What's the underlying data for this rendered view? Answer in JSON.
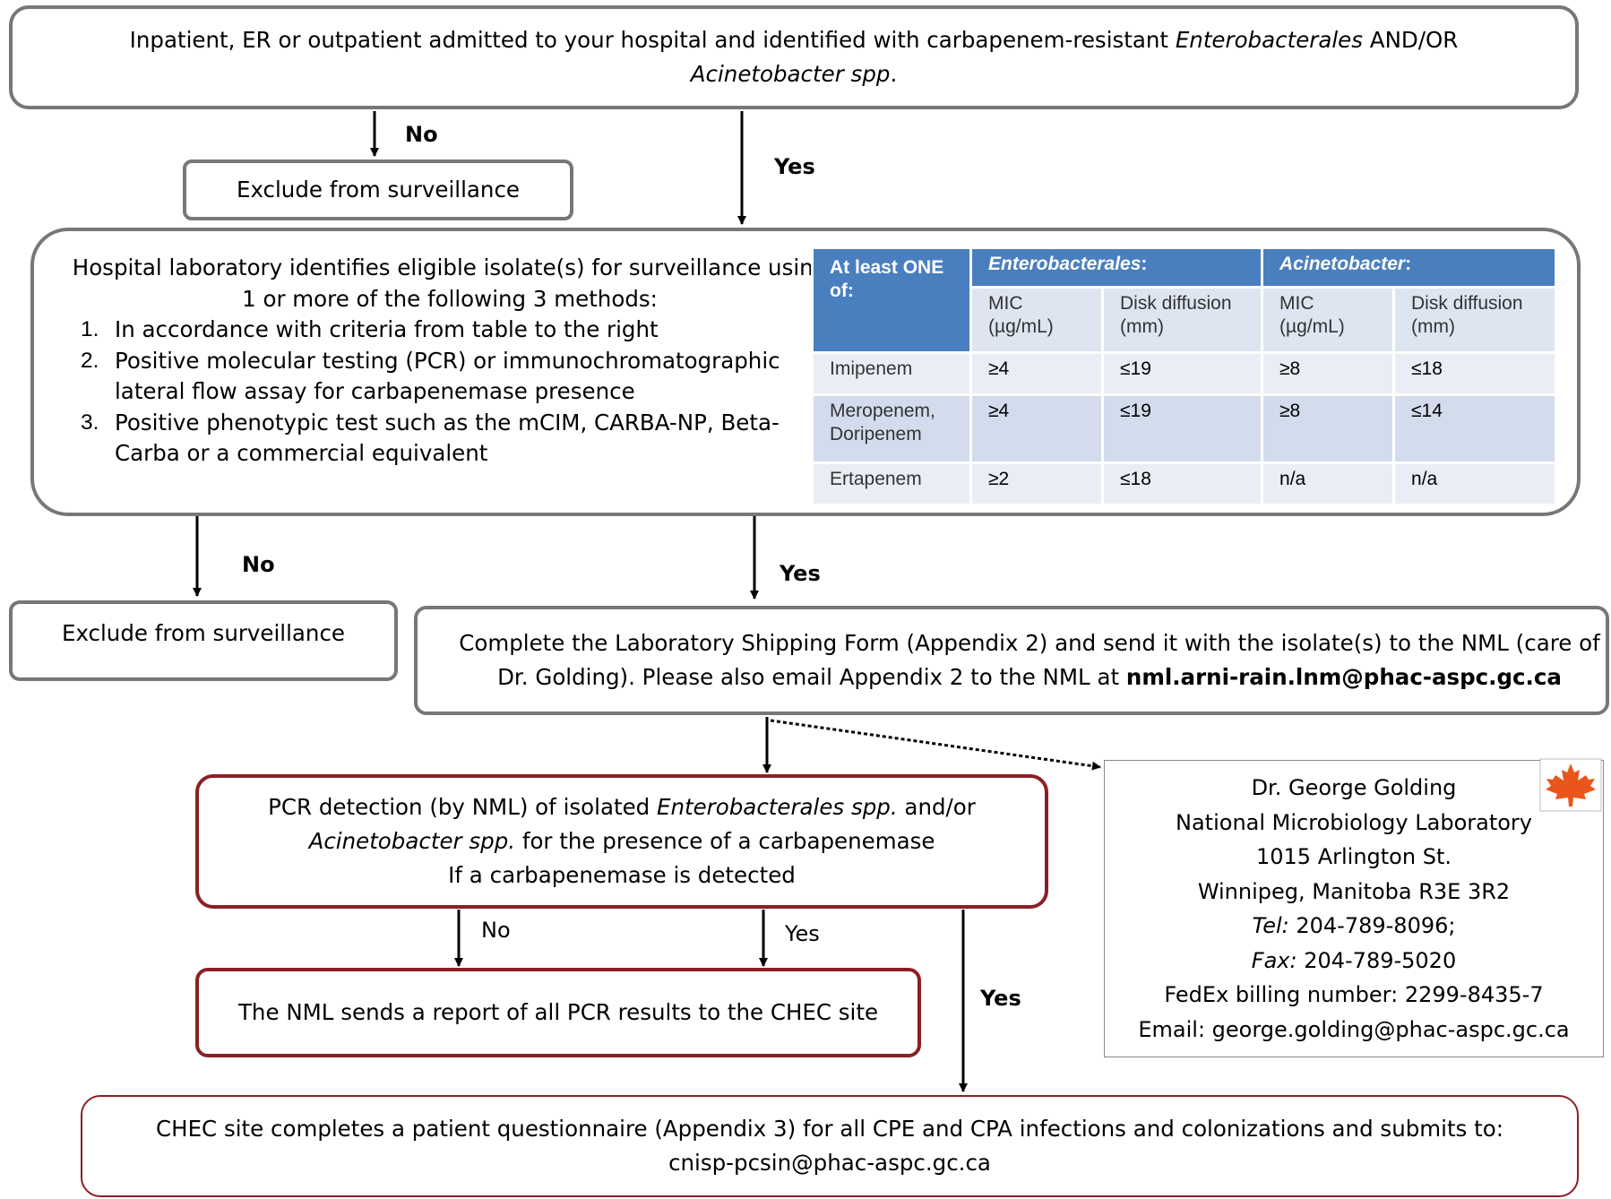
{
  "top_box": {
    "line1_a": "Inpatient, ER or outpatient admitted to your hospital and identified with carbapenem-resistant ",
    "line1_b": "Enterobacterales",
    "line1_c": "  AND/OR",
    "line2_a": "Acinetobacter spp",
    "line2_b": "."
  },
  "labels": {
    "no1": "No",
    "yes1": "Yes",
    "no2": "No",
    "yes2": "Yes",
    "no3": "No",
    "yes3": "Yes",
    "yes4": "Yes"
  },
  "exclude_1": "Exclude from surveillance",
  "exclude_2": "Exclude from surveillance",
  "lab_box": {
    "intro_1": "Hospital laboratory identifies eligible isolate(s) for surveillance using",
    "intro_2": "1 or more of the following 3 methods:",
    "steps": [
      {
        "n": "1.",
        "text": "In accordance with criteria from table to the right"
      },
      {
        "n": "2.",
        "text": "Positive molecular testing (PCR) or immunochromatographic lateral flow assay for carbapenemase presence"
      },
      {
        "n": "3.",
        "text": "Positive phenotypic test such as the mCIM, CARBA-NP, Beta-Carba or a commercial equivalent"
      }
    ]
  },
  "criteria_table": {
    "corner": "At least ONE of:",
    "group_a": "Enterobacterales",
    "group_b": "Acinetobacter",
    "group_suffix": ":",
    "sub": [
      "MIC (µg/mL)",
      "Disk diffusion (mm)",
      "MIC (µg/mL)",
      "Disk diffusion (mm)"
    ],
    "rows": [
      [
        "Imipenem",
        "≥4",
        "≤19",
        "≥8",
        "≤18"
      ],
      [
        "Meropenem, Doripenem",
        "≥4",
        "≤19",
        "≥8",
        "≤14"
      ],
      [
        "Ertapenem",
        "≥2",
        "≤18",
        "n/a",
        "n/a"
      ]
    ]
  },
  "shipping_box": {
    "line1": "Complete the Laboratory Shipping Form (Appendix 2) and send it with the isolate(s) to the NML (care of",
    "line2_a": "Dr. Golding).  Please also email Appendix 2 to the NML at ",
    "line2_b": "nml.arni-rain.lnm@phac-aspc.gc.ca"
  },
  "pcr_box": {
    "l1_a": "PCR detection (by NML) of isolated ",
    "l1_b": "Enterobacterales spp.",
    "l1_c": " and/or",
    "l2_a": "Acinetobacter spp.",
    "l2_b": " for the presence of a carbapenemase",
    "l3": "If a carbapenemase is detected"
  },
  "report_box": "The NML sends  a report of all PCR results to the CHEC site",
  "contact": {
    "name": "Dr. George Golding",
    "org": "National Microbiology Laboratory",
    "street": "1015 Arlington St.",
    "city": "Winnipeg, Manitoba R3E 3R2",
    "tel_label": "Tel:",
    "tel": " 204-789-8096;",
    "fax_label": "Fax:",
    "fax": " 204-789-5020",
    "fedex": "FedEx billing  number: 2299-8435-7",
    "email": "Email: george.golding@phac-aspc.gc.ca"
  },
  "final_box": {
    "line1": "CHEC site completes a patient questionnaire  (Appendix 3) for all CPE and CPA infections and colonizations and submits to:",
    "line2": "cnisp-pcsin@phac-aspc.gc.ca"
  },
  "colors": {
    "box_border": "#777777",
    "nml_border": "#8b1f26",
    "table_header": "#4a7fbf",
    "maple_leaf": "#e8561c"
  }
}
